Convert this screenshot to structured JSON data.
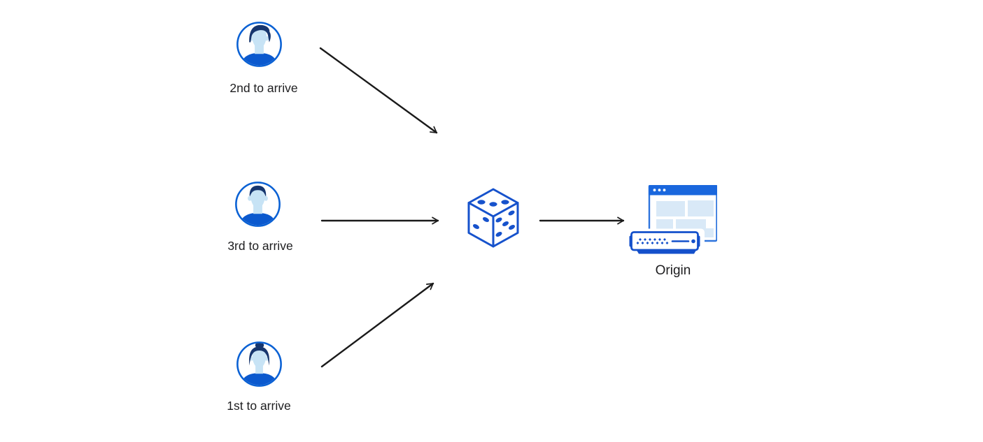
{
  "diagram": {
    "description": "Three visitors arrive in order; a dice (random selection) routes each request to the Origin server.",
    "nodes": {
      "users": [
        {
          "id": "user-2nd",
          "label": "2nd to arrive",
          "icon": "person-male-swept-hair-avatar-icon"
        },
        {
          "id": "user-3rd",
          "label": "3rd to arrive",
          "icon": "person-male-short-hair-avatar-icon"
        },
        {
          "id": "user-1st",
          "label": "1st to arrive",
          "icon": "person-female-bun-avatar-icon"
        }
      ],
      "selector": {
        "id": "dice",
        "icon": "dice-icon",
        "meaning": "random selection"
      },
      "origin": {
        "id": "origin",
        "label": "Origin",
        "icon": "origin-browser-server-icon"
      }
    },
    "connections": [
      {
        "from": "user-2nd",
        "to": "dice"
      },
      {
        "from": "user-3rd",
        "to": "dice"
      },
      {
        "from": "user-1st",
        "to": "dice"
      },
      {
        "from": "dice",
        "to": "origin"
      }
    ],
    "colors": {
      "background": "#FFFFFF",
      "arrow_black": "#1A1A1A",
      "text_color": "#1D1D1F",
      "avatar_ring_blue": "#0A61D4",
      "avatar_hair_navy": "#17366E",
      "avatar_skin_light_blue": "#C7E3F5",
      "avatar_shirt_blue": "#0B59CE",
      "dice_blue": "#1652CC",
      "window_titlebar_blue": "#1A67DD",
      "window_border_blue": "#2E74DD",
      "panel_light_blue": "#D9E9F7",
      "server_border_blue": "#1450CB"
    }
  }
}
